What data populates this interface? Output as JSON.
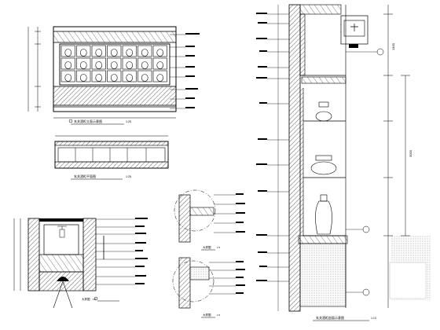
{
  "drawing": {
    "views": [
      {
        "id": "front-elevation",
        "caption": "玄关酒柜立面示意图",
        "scale": "1:25"
      },
      {
        "id": "plan-view",
        "caption": "玄关酒柜平面图",
        "scale": "1:25"
      },
      {
        "id": "detail-a",
        "caption": "大样图",
        "scale": "1:5"
      },
      {
        "id": "detail-b",
        "caption": "大样图",
        "scale": "1:5"
      },
      {
        "id": "detail-c",
        "caption": "大样图",
        "scale": "1:5"
      },
      {
        "id": "section-view",
        "caption": "玄关酒柜剖面示意图",
        "scale": "1:10"
      }
    ],
    "section_dims": [
      "1400",
      "3000"
    ]
  }
}
